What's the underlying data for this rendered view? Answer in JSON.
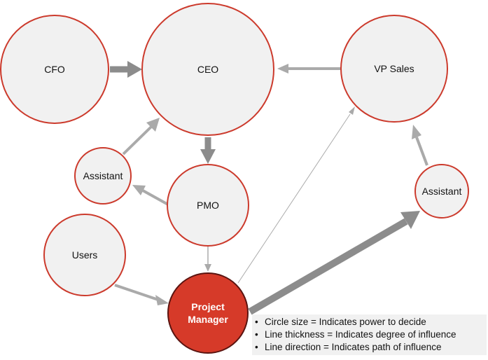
{
  "nodes": {
    "cfo": "CFO",
    "ceo": "CEO",
    "vp_sales": "VP Sales",
    "assistant_left": "Assistant",
    "pmo": "PMO",
    "assistant_right": "Assistant",
    "users": "Users",
    "project_manager": [
      "Project",
      "Manager"
    ]
  },
  "legend": [
    "Circle size = Indicates power to decide",
    "Line thickness = Indicates degree of influence",
    "Line direction = Indicates path of influence"
  ],
  "colors": {
    "node_fill": "#f1f1f1",
    "node_stroke": "#cc3a2c",
    "highlight_fill": "#d63a29",
    "arrow": "#aaaaaa",
    "arrow_dark": "#8c8c8c"
  }
}
